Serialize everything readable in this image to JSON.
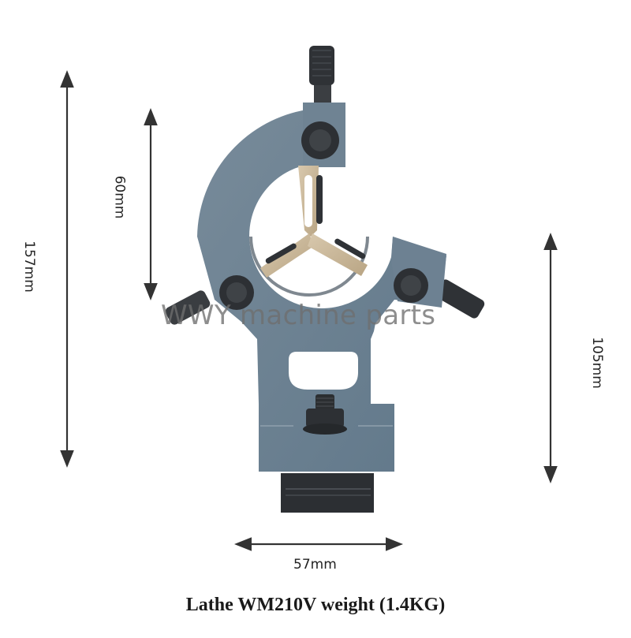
{
  "product": {
    "caption": "Lathe WM210V weight (1.4KG)",
    "watermark": "WWY machine parts",
    "object": "lathe steady rest"
  },
  "dimensions": {
    "overall_height": "157mm",
    "bore_height": "60mm",
    "base_height": "105mm",
    "base_width": "57mm"
  },
  "colors": {
    "body": "#6b7f8f",
    "jaw_bronze": "#c9b79c",
    "hardware": "#2e3134",
    "arrow": "#333333"
  }
}
